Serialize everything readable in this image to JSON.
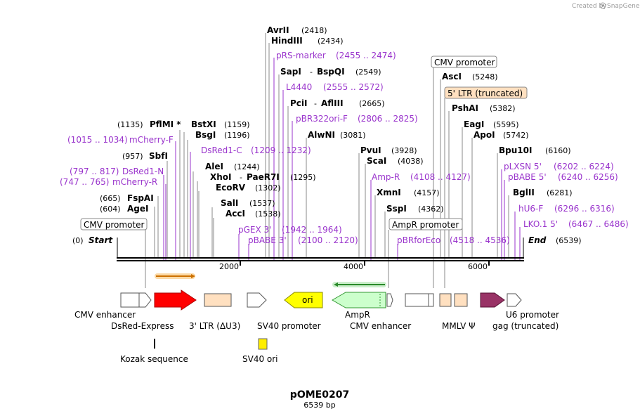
{
  "credit": {
    "created_by": "Created by",
    "brand": "SnapGene"
  },
  "plasmid": {
    "name": "pOME0207",
    "length": "6539 bp"
  },
  "ruler": {
    "ticks": [
      "2000",
      "4000",
      "6000"
    ]
  },
  "enzymes": {
    "start": {
      "name": "Start",
      "pos": "(0)"
    },
    "end": {
      "name": "End",
      "pos": "(6539)"
    },
    "avrii": {
      "name": "AvrII",
      "pos": "(2418)"
    },
    "hindiii": {
      "name": "HindIII",
      "pos": "(2434)"
    },
    "sapi": {
      "name": "SapI",
      "dash": "-",
      "name2": "BspQI",
      "pos": "(2549)"
    },
    "pcii": {
      "name": "PciI",
      "dash": "-",
      "name2": "AflIII",
      "pos": "(2665)"
    },
    "alwni": {
      "name": "AlwNI",
      "pos": "(3081)"
    },
    "pflmi": {
      "name": "PflMI *",
      "pos": "(1135)"
    },
    "bstxi": {
      "name": "BstXI",
      "pos": "(1159)"
    },
    "bsgi": {
      "name": "BsgI",
      "pos": "(1196)"
    },
    "sbfi": {
      "name": "SbfI",
      "pos": "(957)"
    },
    "alei": {
      "name": "AleI",
      "pos": "(1244)"
    },
    "xhoi": {
      "name": "XhoI",
      "dash": "-",
      "name2": "PaeR7I",
      "pos": "(1295)"
    },
    "ecorv": {
      "name": "EcoRV",
      "pos": "(1302)"
    },
    "fspai": {
      "name": "FspAI",
      "pos": "(665)"
    },
    "agei": {
      "name": "AgeI",
      "pos": "(604)"
    },
    "sali": {
      "name": "SalI",
      "pos": "(1537)"
    },
    "acci": {
      "name": "AccI",
      "pos": "(1538)"
    },
    "pvui": {
      "name": "PvuI",
      "pos": "(3928)"
    },
    "scai": {
      "name": "ScaI",
      "pos": "(4038)"
    },
    "xmni": {
      "name": "XmnI",
      "pos": "(4157)"
    },
    "sspi": {
      "name": "SspI",
      "pos": "(4362)"
    },
    "asci": {
      "name": "AscI",
      "pos": "(5248)"
    },
    "pshai": {
      "name": "PshAI",
      "pos": "(5382)"
    },
    "eagi": {
      "name": "EagI",
      "pos": "(5595)"
    },
    "apoi": {
      "name": "ApoI",
      "pos": "(5742)"
    },
    "bpu10i": {
      "name": "Bpu10I",
      "pos": "(6160)"
    },
    "bglii": {
      "name": "BglII",
      "pos": "(6281)"
    }
  },
  "primers": {
    "prs": {
      "name": "pRS-marker",
      "range": "(2455 .. 2474)"
    },
    "l4440": {
      "name": "L4440",
      "range": "(2555 .. 2572)"
    },
    "pbr322": {
      "name": "pBR322ori-F",
      "range": "(2806 .. 2825)"
    },
    "mcherryf": {
      "name": "mCherry-F",
      "range": "(1015 .. 1034)"
    },
    "dsred1c": {
      "name": "DsRed1-C",
      "range": "(1209 .. 1232)"
    },
    "dsred1n": {
      "name": "DsRed1-N",
      "range": "(797 .. 817)"
    },
    "mcherryr": {
      "name": "mCherry-R",
      "range": "(747 .. 765)"
    },
    "pgex3": {
      "name": "pGEX 3'",
      "range": "(1942 .. 1964)"
    },
    "pbabe3": {
      "name": "pBABE 3'",
      "range": "(2100 .. 2120)"
    },
    "ampr": {
      "name": "Amp-R",
      "range": "(4108 .. 4127)"
    },
    "pbrforeco": {
      "name": "pBRforEco",
      "range": "(4518 .. 4536)"
    },
    "plxsn5": {
      "name": "pLXSN 5'",
      "range": "(6202 .. 6224)"
    },
    "pbabe5": {
      "name": "pBABE 5'",
      "range": "(6240 .. 6256)"
    },
    "hu6f": {
      "name": "hU6-F",
      "range": "(6296 .. 6316)"
    },
    "lko15": {
      "name": "LKO.1 5'",
      "range": "(6467 .. 6486)"
    }
  },
  "boxed_labels": {
    "cmv_promoter_left": "CMV promoter",
    "cmv_promoter_top": "CMV promoter",
    "ltr5": "5' LTR (truncated)",
    "ampr_promoter": "AmpR promoter"
  },
  "features": {
    "cmv_enhancer_1": "CMV enhancer",
    "dsred_express": "DsRed-Express",
    "ltr3": "3' LTR (ΔU3)",
    "sv40_promoter": "SV40 promoter",
    "ori": "ori",
    "ampr": "AmpR",
    "cmv_enhancer_2": "CMV enhancer",
    "mmlv": "MMLV Ψ",
    "gag": "gag (truncated)",
    "u6_promoter": "U6 promoter",
    "kozak": "Kozak sequence",
    "sv40_ori": "SV40 ori"
  },
  "colors": {
    "primer": "#9933cc",
    "dsred": "#ff0000",
    "ltr": "#ffe0c0",
    "ori": "#ffff00",
    "ampr": "#ccffcc",
    "gag": "#993366",
    "sv40ori": "#ffee00",
    "orf_orange": "#f5a623",
    "orf_green": "#33aa33"
  }
}
